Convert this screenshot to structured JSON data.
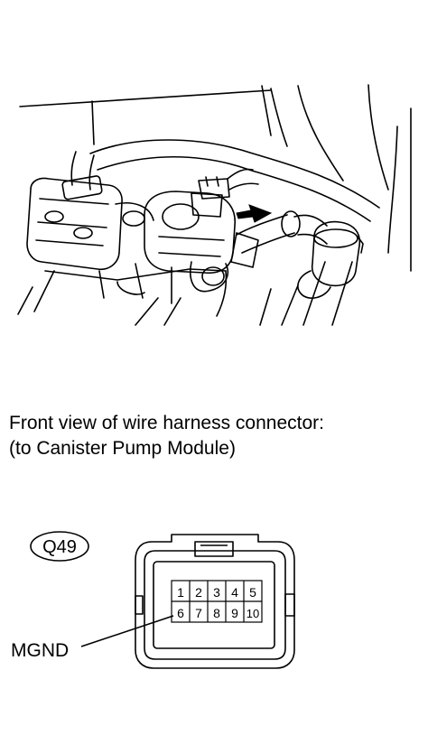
{
  "caption": {
    "line1": "Front view of wire harness connector:",
    "line2": "(to Canister Pump Module)"
  },
  "connector": {
    "code": "Q49",
    "pins_top": [
      "1",
      "2",
      "3",
      "4",
      "5"
    ],
    "pins_bottom": [
      "6",
      "7",
      "8",
      "9",
      "10"
    ],
    "callout_label": "MGND",
    "callout_pin": "6"
  },
  "icons": {
    "arrow": "black-arrow-icon",
    "component": "canister-pump-module-illustration"
  }
}
